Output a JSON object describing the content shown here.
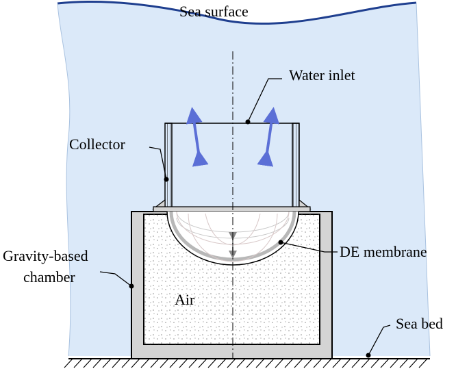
{
  "labels": {
    "sea_surface": "Sea surface",
    "water_inlet": "Water inlet",
    "collector": "Collector",
    "gravity_chamber_line1": "Gravity-based",
    "gravity_chamber_line2": "chamber",
    "de_membrane": "DE membrane",
    "air": "Air",
    "sea_bed": "Sea bed"
  },
  "colors": {
    "water": "#dbe9f9",
    "sea_surface_line": "#1f3f8f",
    "flow_arrow": "#5b6fd6",
    "chamber_wall": "#d4d4d4",
    "membrane": "#b8b8b8",
    "outline": "#000000",
    "air_dots": "#8a8a8a"
  }
}
